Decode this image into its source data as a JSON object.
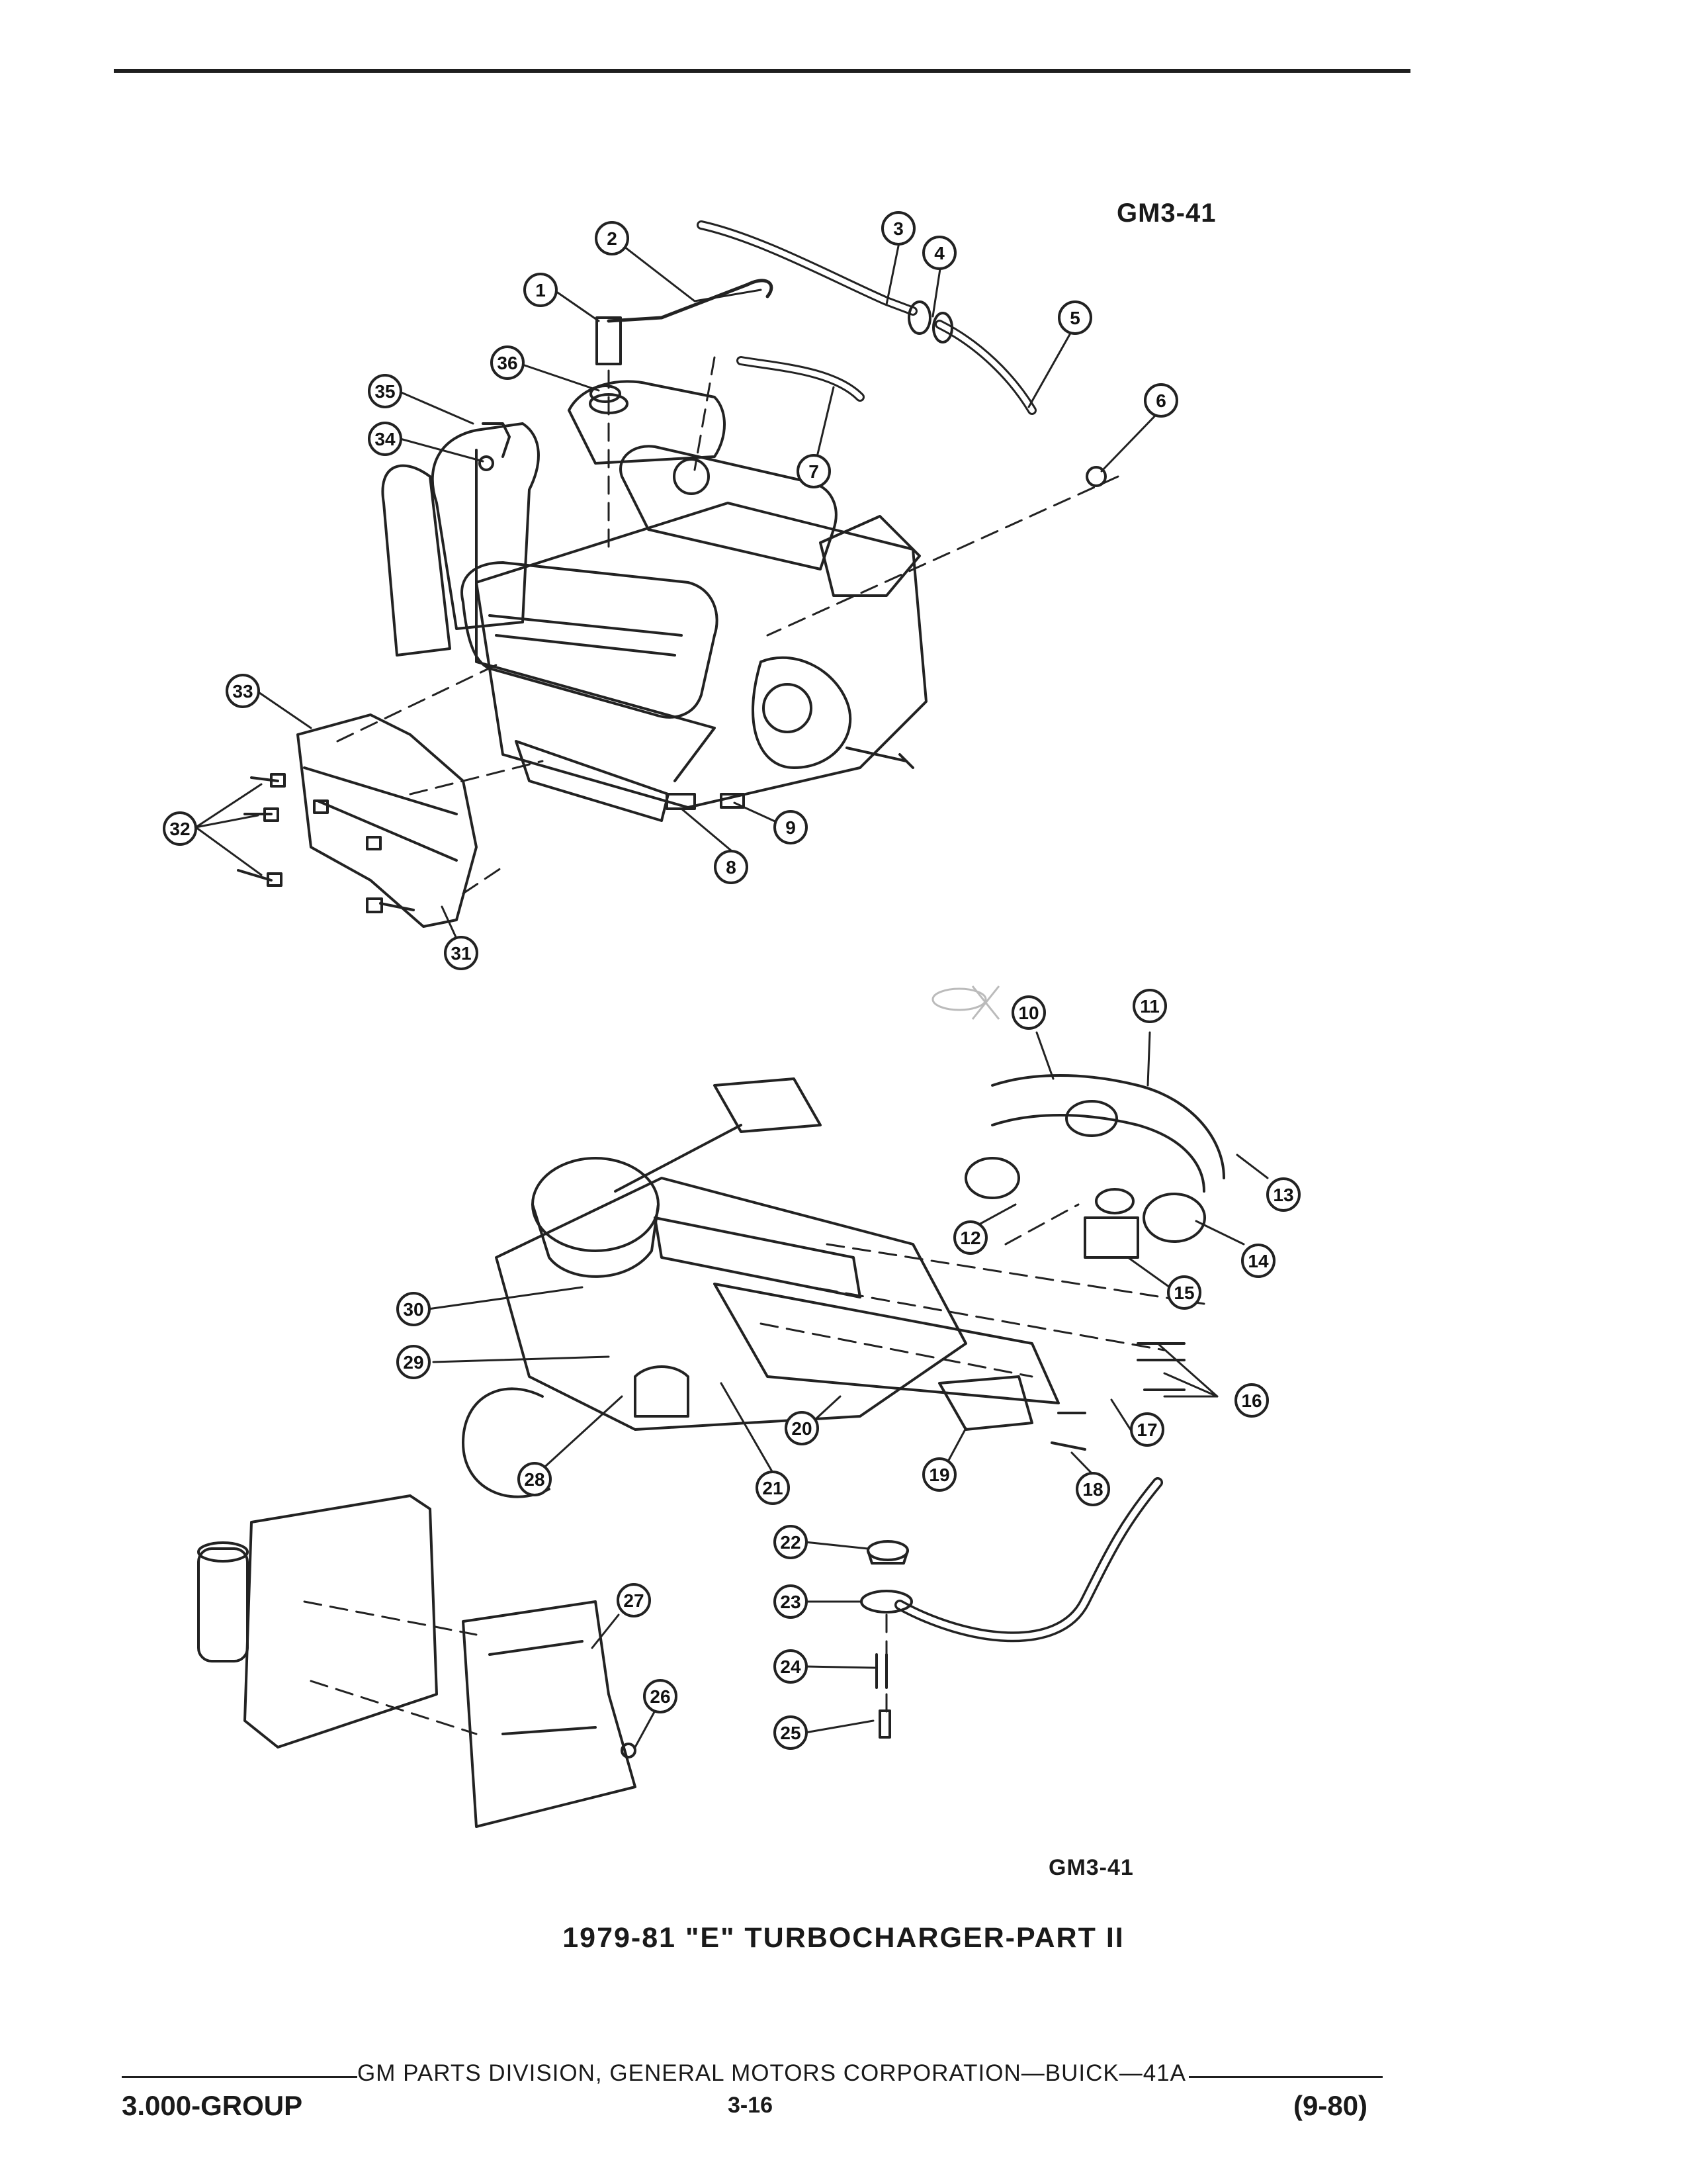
{
  "header": {
    "ref_top": "GM3-41"
  },
  "diagram": {
    "callouts": [
      {
        "n": "1"
      },
      {
        "n": "2"
      },
      {
        "n": "3"
      },
      {
        "n": "4"
      },
      {
        "n": "5"
      },
      {
        "n": "6"
      },
      {
        "n": "7"
      },
      {
        "n": "8"
      },
      {
        "n": "9"
      },
      {
        "n": "10"
      },
      {
        "n": "11"
      },
      {
        "n": "12"
      },
      {
        "n": "13"
      },
      {
        "n": "14"
      },
      {
        "n": "15"
      },
      {
        "n": "16"
      },
      {
        "n": "17"
      },
      {
        "n": "18"
      },
      {
        "n": "19"
      },
      {
        "n": "20"
      },
      {
        "n": "21"
      },
      {
        "n": "22"
      },
      {
        "n": "23"
      },
      {
        "n": "24"
      },
      {
        "n": "25"
      },
      {
        "n": "26"
      },
      {
        "n": "27"
      },
      {
        "n": "28"
      },
      {
        "n": "29"
      },
      {
        "n": "30"
      },
      {
        "n": "31"
      },
      {
        "n": "32"
      },
      {
        "n": "33"
      },
      {
        "n": "34"
      },
      {
        "n": "35"
      },
      {
        "n": "36"
      }
    ]
  },
  "ref_bottom": "GM3-41",
  "caption": "1979-81 \"E\" TURBOCHARGER-PART II",
  "footer": {
    "corporation": "GM PARTS DIVISION, GENERAL MOTORS CORPORATION—BUICK—41A",
    "group": "3.000-GROUP",
    "page": "3-16",
    "date": "(9-80)"
  }
}
